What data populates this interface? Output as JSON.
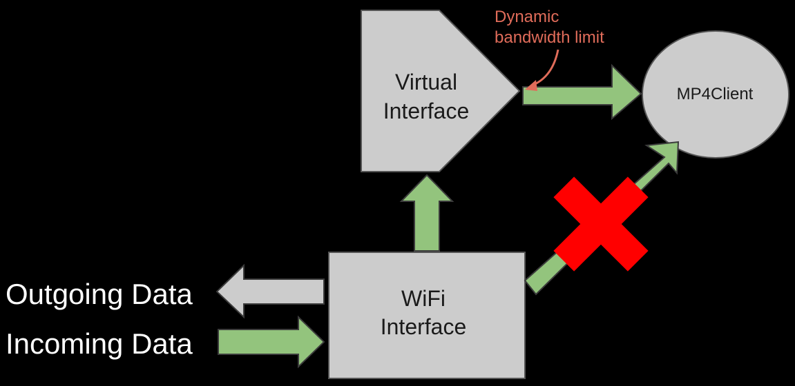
{
  "nodes": {
    "virtual_interface": {
      "line1": "Virtual",
      "line2": "Interface"
    },
    "wifi_interface": {
      "line1": "WiFi",
      "line2": "Interface"
    },
    "client": {
      "label": "MP4Client"
    }
  },
  "labels": {
    "outgoing": "Outgoing Data",
    "incoming": "Incoming Data"
  },
  "annotation": {
    "line1": "Dynamic",
    "line2": "bandwidth limit"
  },
  "colors": {
    "background": "#000000",
    "node_fill": "#cccccc",
    "flow_arrow": "#93c47d",
    "outgoing_arrow": "#cccccc",
    "blocked_mark": "#ff0000",
    "annotation": "#e06c5a",
    "label_text": "#ffffff"
  },
  "edges": [
    {
      "from": "wifi_interface",
      "to": "virtual_interface",
      "status": "active"
    },
    {
      "from": "virtual_interface",
      "to": "client",
      "status": "active"
    },
    {
      "from": "wifi_interface",
      "to": "client",
      "status": "blocked"
    },
    {
      "from": "external",
      "to": "wifi_interface",
      "status": "incoming"
    },
    {
      "from": "wifi_interface",
      "to": "external",
      "status": "outgoing"
    }
  ]
}
